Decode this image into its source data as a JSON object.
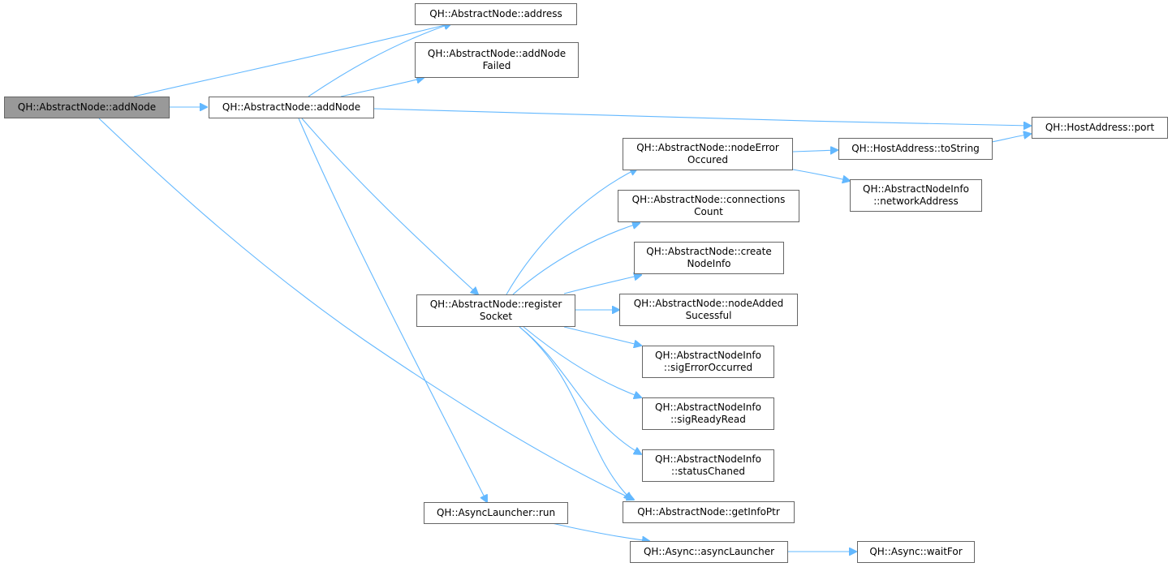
{
  "colors": {
    "edge": "#63b8ff",
    "node_border": "#666666",
    "root_fill": "#999999",
    "node_fill": "#ffffff"
  },
  "nodes": {
    "root_addNode": {
      "lines": [
        "QH::AbstractNode::addNode"
      ]
    },
    "addNode": {
      "lines": [
        "QH::AbstractNode::addNode"
      ]
    },
    "address": {
      "lines": [
        "QH::AbstractNode::address"
      ]
    },
    "addNodeFailed": {
      "lines": [
        "QH::AbstractNode::addNode",
        "Failed"
      ]
    },
    "registerSocket": {
      "lines": [
        "QH::AbstractNode::register",
        "Socket"
      ]
    },
    "asyncLauncherRun": {
      "lines": [
        "QH::AsyncLauncher::run"
      ]
    },
    "nodeErrorOccured": {
      "lines": [
        "QH::AbstractNode::nodeError",
        "Occured"
      ]
    },
    "connectionsCount": {
      "lines": [
        "QH::AbstractNode::connections",
        "Count"
      ]
    },
    "createNodeInfo": {
      "lines": [
        "QH::AbstractNode::create",
        "NodeInfo"
      ]
    },
    "nodeAddedSucessful": {
      "lines": [
        "QH::AbstractNode::nodeAdded",
        "Sucessful"
      ]
    },
    "sigErrorOccurred": {
      "lines": [
        "QH::AbstractNodeInfo",
        "::sigErrorOccurred"
      ]
    },
    "sigReadyRead": {
      "lines": [
        "QH::AbstractNodeInfo",
        "::sigReadyRead"
      ]
    },
    "statusChaned": {
      "lines": [
        "QH::AbstractNodeInfo",
        "::statusChaned"
      ]
    },
    "getInfoPtr": {
      "lines": [
        "QH::AbstractNode::getInfoPtr"
      ]
    },
    "asyncAsyncLauncher": {
      "lines": [
        "QH::Async::asyncLauncher"
      ]
    },
    "waitFor": {
      "lines": [
        "QH::Async::waitFor"
      ]
    },
    "hostToString": {
      "lines": [
        "QH::HostAddress::toString"
      ]
    },
    "hostPort": {
      "lines": [
        "QH::HostAddress::port"
      ]
    },
    "networkAddress": {
      "lines": [
        "QH::AbstractNodeInfo",
        "::networkAddress"
      ]
    }
  }
}
